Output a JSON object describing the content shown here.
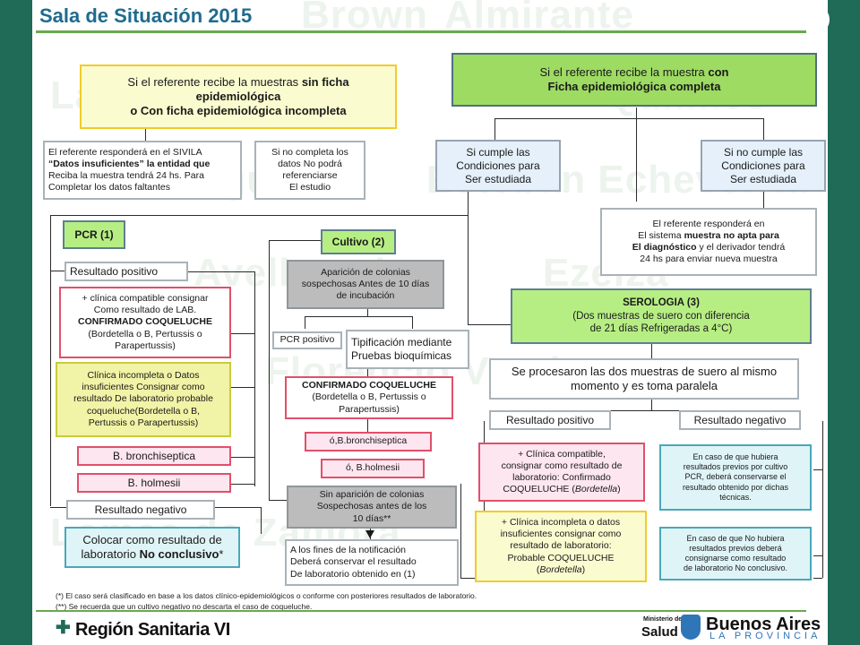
{
  "header": {
    "title": "Sala de Situación 2015"
  },
  "watermark": [
    "Brown",
    "Almirante",
    "Lanús",
    "Quilmes",
    "Berazategui",
    "Esteban Echeverría",
    "Avellaneda",
    "Ezeiza",
    "Florencio Varela",
    "Lomas de Zamora"
  ],
  "boxes": {
    "sin_ficha": {
      "l1": "Si el referente recibe la muestras",
      "l1b": "sin ficha",
      "l2": "epidemiológica",
      "l3": "o Con ficha epidemiológica incompleta"
    },
    "con_ficha": {
      "l1": "Si el referente recibe la muestra",
      "l1b": "con",
      "l2": "Ficha epidemiológica completa"
    },
    "sivila": {
      "l1": "El referente responderá en el SIVILA",
      "l2": "“Datos insuficientes” la entidad que",
      "l3": "Reciba la muestra tendrá 24 hs. Para",
      "l4": "Completar los datos faltantes"
    },
    "no_completa": {
      "l1": "Si no completa los",
      "l2": "datos No podrá",
      "l3": "referenciarse",
      "l4": "El estudio"
    },
    "cumple": {
      "l1": "Si cumple las",
      "l2": "Condiciones para",
      "l3": "Ser estudiada"
    },
    "no_cumple": {
      "l1": "Si no cumple las",
      "l2": "Condiciones para",
      "l3": "Ser estudiada"
    },
    "no_apta": {
      "l1": "El referente responderá en",
      "l2a": "El sistema",
      "l2b": "muestra no apta para",
      "l3a": "El diagnóstico",
      "l3b": "y el derivador tendrá",
      "l4": "24 hs para enviar nueva muestra"
    },
    "pcr": {
      "label": "PCR (1)"
    },
    "cultivo": {
      "label": "Cultivo (2)"
    },
    "serologia": {
      "l1": "SEROLOGIA (3)",
      "l2": "(Dos muestras de suero  con diferencia",
      "l3": "de 21 días Refrigeradas a 4°C)"
    },
    "resultado_positivo_pcr": {
      "label": "Resultado positivo"
    },
    "clinica_compatible_pcr": {
      "l1": "+ clínica compatible consignar",
      "l2": "Como resultado de LAB.",
      "l3": "CONFIRMADO COQUELUCHE",
      "l4": "(Bordetella o B, Pertussis o",
      "l5": "Parapertussis)"
    },
    "clinica_incompleta_pcr": {
      "l1": "Clínica incompleta o Datos",
      "l2": "insuficientes Consignar como",
      "l3": "resultado De laboratorio probable",
      "l4": "coqueluche(Bordetella o B,",
      "l5": "Pertussis o Parapertussis)"
    },
    "bronchiseptica": {
      "label": "B. bronchiseptica"
    },
    "holmesii": {
      "label": "B. holmesii"
    },
    "resultado_negativo_pcr": {
      "label": "Resultado negativo"
    },
    "no_conclusivo": {
      "l1": "Colocar como resultado de",
      "l2a": "laboratorio",
      "l2b": "No conclusivo",
      "l2c": "*"
    },
    "aparicion": {
      "l1": "Aparición de colonias",
      "l2": "sospechosas Antes de 10 días",
      "l3": "de incubación"
    },
    "pcr_positivo": {
      "label": "PCR positivo"
    },
    "tipificacion": {
      "l1": "Tipificación mediante",
      "l2": "Pruebas bioquímicas"
    },
    "confirmado_cultivo": {
      "l1": "CONFIRMADO COQUELUCHE",
      "l2": "(Bordetella o B, Pertussis o",
      "l3": "Parapertussis)"
    },
    "o_bronchiseptica": {
      "label": "ó,B.bronchiseptica"
    },
    "o_holmesii": {
      "label": "ó, B.holmesii"
    },
    "sin_aparicion": {
      "l1": "Sin aparición de colonias",
      "l2": "Sospechosas antes de los",
      "l3": "10 días**"
    },
    "fines_notificacion": {
      "l1": "A los fines de la notificación",
      "l2": "Deberá conservar el resultado",
      "l3": "De laboratorio obtenido en (1)"
    },
    "se_procesaron": {
      "l1": "Se procesaron las dos muestras de suero al mismo",
      "l2": "momento y es toma paralela"
    },
    "resultado_positivo_sero": {
      "label": "Resultado positivo"
    },
    "resultado_negativo_sero": {
      "label": "Resultado negativo"
    },
    "clinica_compatible_sero": {
      "l1": "+ Clínica compatible,",
      "l2": "consignar como resultado de",
      "l3": "laboratorio: Confirmado",
      "l4a": "COQUELUCHE (",
      "l4b": "Bordetella",
      "l4c": ")"
    },
    "clinica_incompleta_sero": {
      "l1": "+ Clínica incompleta o datos",
      "l2": "insuficientes consignar como",
      "l3": "resultado de laboratorio:",
      "l4": "Probable COQUELUCHE",
      "l5a": "(",
      "l5b": "Bordetella",
      "l5c": ")"
    },
    "previos_si": {
      "l1": "En caso de que hubiera",
      "l2": "resultados previos por cultivo",
      "l3": "PCR, deberá conservarse el",
      "l4": "resultado obtenido por dichas",
      "l5": "técnicas."
    },
    "previos_no": {
      "l1": "En caso de que No hubiera",
      "l2": "resultados previos deberá",
      "l3": "consignarse como resultado",
      "l4": "de laboratorio No conclusivo."
    }
  },
  "footer": {
    "note1": "(*) El caso será clasificado en base a los datos clínico-epidemiológicos o conforme con posteriores resultados de laboratorio.",
    "note2": "(**) Se recuerda que un cultivo negativo no descarta el caso de coqueluche.",
    "region": "Región Sanitaria VI",
    "ministerio": "Ministerio de",
    "salud": "Salud",
    "buenos_aires": "Buenos Aires",
    "provincia": "LA PROVINCIA"
  },
  "colors": {
    "sidebar": "#1f6b58",
    "title": "#1f6b8e",
    "accent_green": "#b7ee84",
    "pink": "#e0506a",
    "yellow": "#f1f3a6"
  }
}
